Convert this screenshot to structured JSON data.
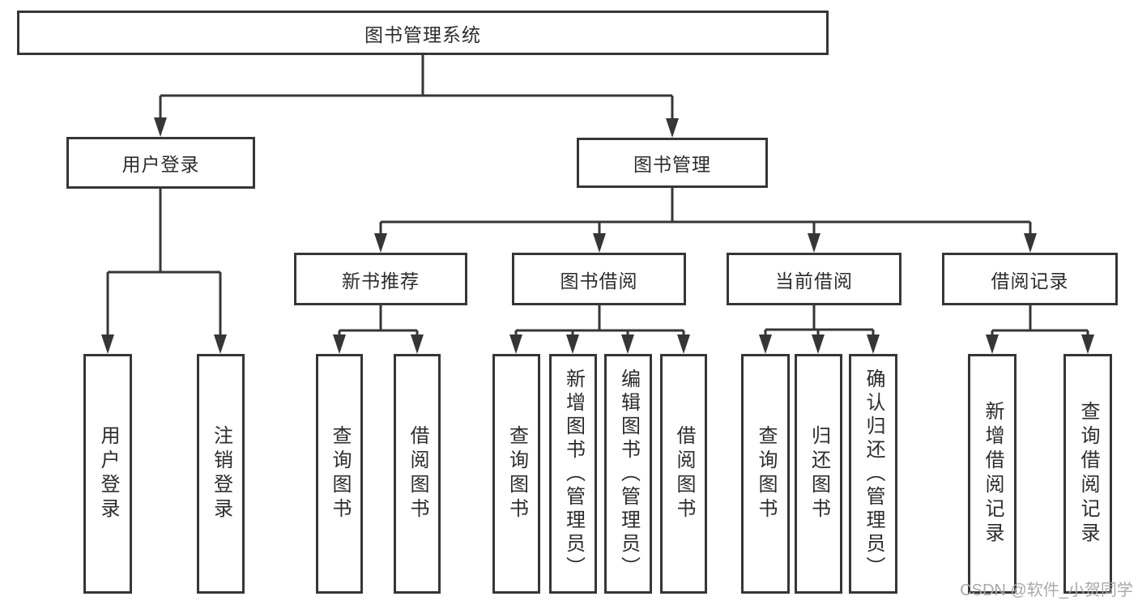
{
  "tree": {
    "root": "图书管理系统",
    "branches": [
      {
        "label": "用户登录",
        "leaves": [
          "用户登录",
          "注销登录"
        ]
      },
      {
        "label": "图书管理",
        "children": [
          {
            "label": "新书推荐",
            "leaves": [
              "查询图书",
              "借阅图书"
            ]
          },
          {
            "label": "图书借阅",
            "leaves": [
              "查询图书",
              "新增图书（管理员）",
              "编辑图书（管理员）",
              "借阅图书"
            ]
          },
          {
            "label": "当前借阅",
            "leaves": [
              "查询图书",
              "归还图书",
              "确认归还（管理员）"
            ]
          },
          {
            "label": "借阅记录",
            "leaves": [
              "新增借阅记录",
              "查询借阅记录"
            ]
          }
        ]
      }
    ]
  },
  "watermark": "CSDN @软件_小贺同学",
  "colors": {
    "line": "#363636",
    "box_border": "#363636",
    "box_fill": "#ffffff",
    "text": "#2c2c2c",
    "watermark": "#a9a9a9",
    "background": "#ffffff"
  }
}
